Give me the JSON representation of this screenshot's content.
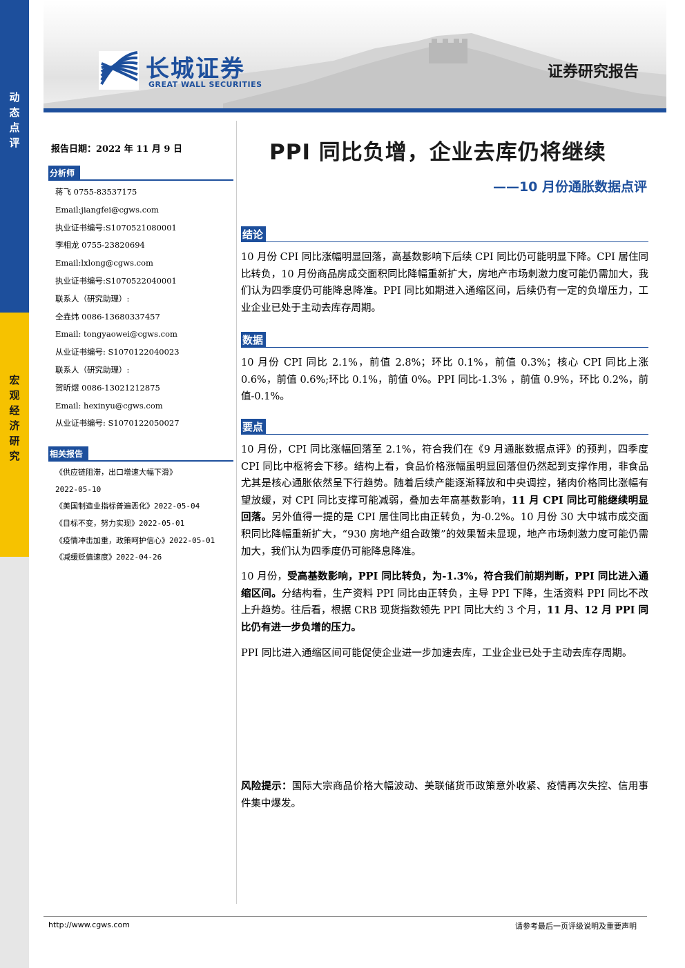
{
  "side": {
    "top_label": [
      "动",
      "态",
      "点",
      "评"
    ],
    "mid_label": [
      "宏",
      "观",
      "经",
      "济",
      "研",
      "究"
    ]
  },
  "header": {
    "logo_cn": "长城证券",
    "logo_en": "GREAT WALL SECURITIES",
    "report_type": "证券研究报告"
  },
  "report_date": "报告日期：2022 年 11 月 9 日",
  "analysts": {
    "heading": "分析师",
    "lines": [
      "蒋飞 0755-83537175",
      "Email:jiangfei@cgws.com",
      "执业证书编号:S1070521080001",
      "李相龙  0755-23820694",
      "Email:lxlong@cgws.com",
      "执业证书编号:S1070522040001",
      "联系人（研究助理）:",
      "仝垚炜  0086-13680337457",
      "Email: tongyaowei@cgws.com",
      "从业证书编号:   S1070122040023",
      "联系人（研究助理）:",
      "贺昕煜  0086-13021212875",
      "Email: hexinyu@cgws.com",
      "从业证书编号:   S1070122050027"
    ]
  },
  "related": {
    "heading": "相关报告",
    "lines": [
      "《供应链阻滞，出口增速大幅下滑》",
      "2022-05-10",
      "《美国制造业指标普遍恶化》2022-05-04",
      "《目标不变，努力实现》2022-05-01",
      "《疫情冲击加重，政策呵护信心》2022-05-01",
      "《减缓贬值速度》2022-04-26"
    ]
  },
  "title": "PPI 同比负增，企业去库仍将继续",
  "subtitle": "——10 月份通胀数据点评",
  "sections": {
    "conclusion": {
      "heading": "结论",
      "text": "10 月份 CPI 同比涨幅明显回落，高基数影响下后续 CPI 同比仍可能明显下降。CPI 居住同比转负，10 月份商品房成交面积同比降幅重新扩大，房地产市场刺激力度可能仍需加大，我们认为四季度仍可能降息降准。PPI 同比如期进入通缩区间，后续仍有一定的负增压力，工业企业已处于主动去库存周期。"
    },
    "data": {
      "heading": "数据",
      "text": "10 月份 CPI 同比 2.1%，前值 2.8%；环比 0.1%，前值 0.3%；核心 CPI 同比上涨 0.6%，前值 0.6%;环比 0.1%，前值 0%。PPI 同比-1.3% ，前值 0.9%，环比 0.2%，前值-0.1%。"
    },
    "points": {
      "heading": "要点",
      "p1_a": "10 月份，CPI 同比涨幅回落至 2.1%，符合我们在《9 月通胀数据点评》的预判，四季度 CPI 同比中枢将会下移。结构上看，食品价格涨幅虽明显回落但仍然起到支撑作用，非食品尤其是核心通胀依然呈下行趋势。随着后续产能逐渐释放和中央调控，猪肉价格同比涨幅有望放缓，对 CPI 同比支撑可能减弱，叠加去年高基数影响，",
      "p1_b": "11 月 CPI 同比可能继续明显回落。",
      "p1_c": "另外值得一提的是 CPI 居住同比由正转负，为-0.2%。10 月份 30 大中城市成交面积同比降幅重新扩大，“930 房地产组合政策”的效果暂未显现，地产市场刺激力度可能仍需加大，我们认为四季度仍可能降息降准。",
      "p2_a": "10 月份，",
      "p2_b": "受高基数影响，PPI 同比转负，为-1.3%，符合我们前期判断，PPI 同比进入通缩区间。",
      "p2_c": "分结构看，生产资料 PPI 同比由正转负，主导 PPI 下降，生活资料 PPI 同比不改上升趋势。往后看，根据 CRB 现货指数领先 PPI 同比大约 3 个月，",
      "p2_d": "11 月、12 月 PPI 同比仍有进一步负增的压力。",
      "p3": "PPI 同比进入通缩区间可能促使企业进一步加速去库，工业企业已处于主动去库存周期。"
    }
  },
  "risk": {
    "label": "风险提示：",
    "text": "国际大宗商品价格大幅波动、美联储货币政策意外收紧、疫情再次失控、信用事件集中爆发。"
  },
  "footer": {
    "url": "http://www.cgws.com",
    "note": "请参考最后一页评级说明及重要声明"
  },
  "colors": {
    "brand_blue": "#1d4f9c",
    "accent_yellow": "#f6c200"
  }
}
